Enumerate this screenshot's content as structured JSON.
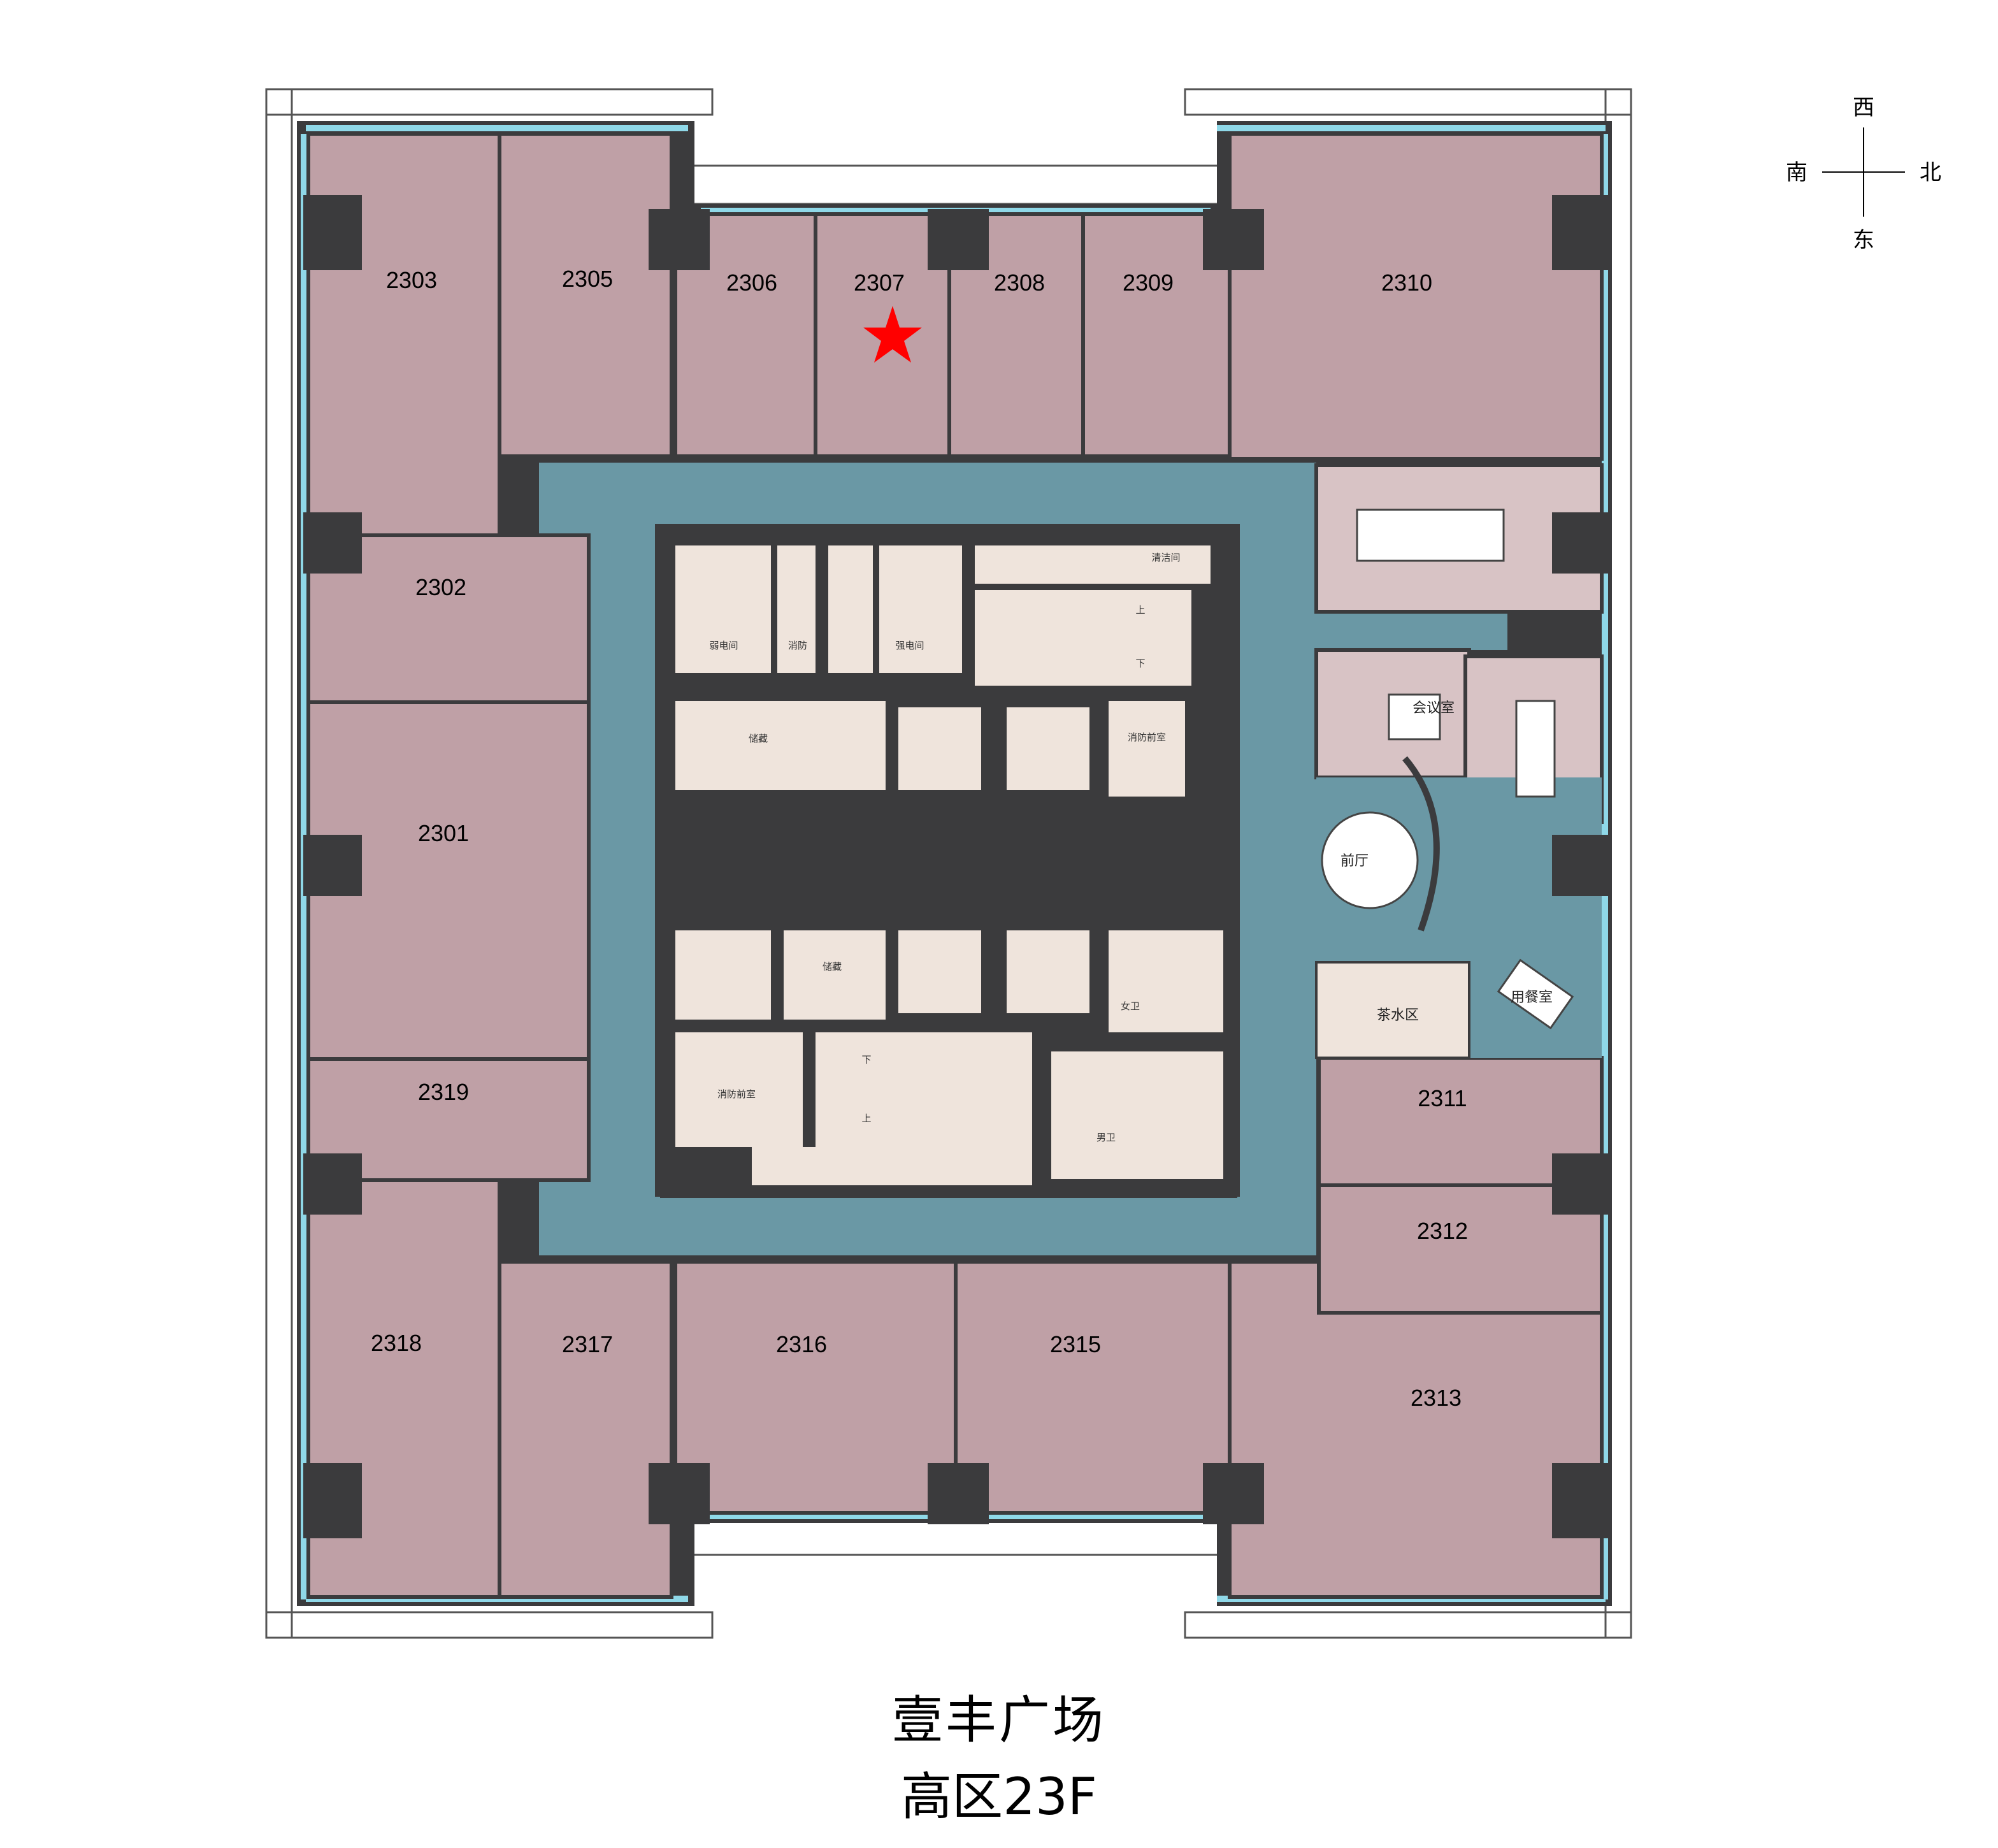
{
  "colors": {
    "room_fill": "#bfa0a6",
    "corridor": "#6a98a5",
    "wall": "#3b3b3d",
    "service_fill": "#efe4dc",
    "glass": "#8fd8e8",
    "star": "#ff0000",
    "amenity_fill": "#d8c3c5"
  },
  "rooms": [
    {
      "id": "2303",
      "label": "2303"
    },
    {
      "id": "2305",
      "label": "2305"
    },
    {
      "id": "2306",
      "label": "2306"
    },
    {
      "id": "2307",
      "label": "2307",
      "selected": true
    },
    {
      "id": "2308",
      "label": "2308"
    },
    {
      "id": "2309",
      "label": "2309"
    },
    {
      "id": "2310",
      "label": "2310"
    },
    {
      "id": "2302",
      "label": "2302"
    },
    {
      "id": "2301",
      "label": "2301"
    },
    {
      "id": "2319",
      "label": "2319"
    },
    {
      "id": "2318",
      "label": "2318"
    },
    {
      "id": "2317",
      "label": "2317"
    },
    {
      "id": "2316",
      "label": "2316"
    },
    {
      "id": "2315",
      "label": "2315"
    },
    {
      "id": "2313",
      "label": "2313"
    },
    {
      "id": "2311",
      "label": "2311"
    },
    {
      "id": "2312",
      "label": "2312"
    }
  ],
  "service_labels": {
    "weak_current": "弱电间",
    "fire_1": "消防",
    "strong_current": "强电间",
    "cleaning": "清洁间",
    "up": "上",
    "down": "下",
    "storage_1": "储藏",
    "fire_anteroom_1": "消防前室",
    "storage_2": "储藏",
    "female_wc": "女卫",
    "fire_anteroom_2": "消防前室",
    "male_wc": "男卫",
    "down_2": "下",
    "up_2": "上"
  },
  "amenity_labels": {
    "meeting_room": "会议室",
    "tea_area": "茶水区",
    "lobby": "前厅",
    "dining": "用餐室"
  },
  "compass": {
    "top": "西",
    "left": "南",
    "right": "北",
    "bottom": "东"
  },
  "caption": {
    "title": "壹丰广场",
    "subtitle": "高区23F"
  }
}
